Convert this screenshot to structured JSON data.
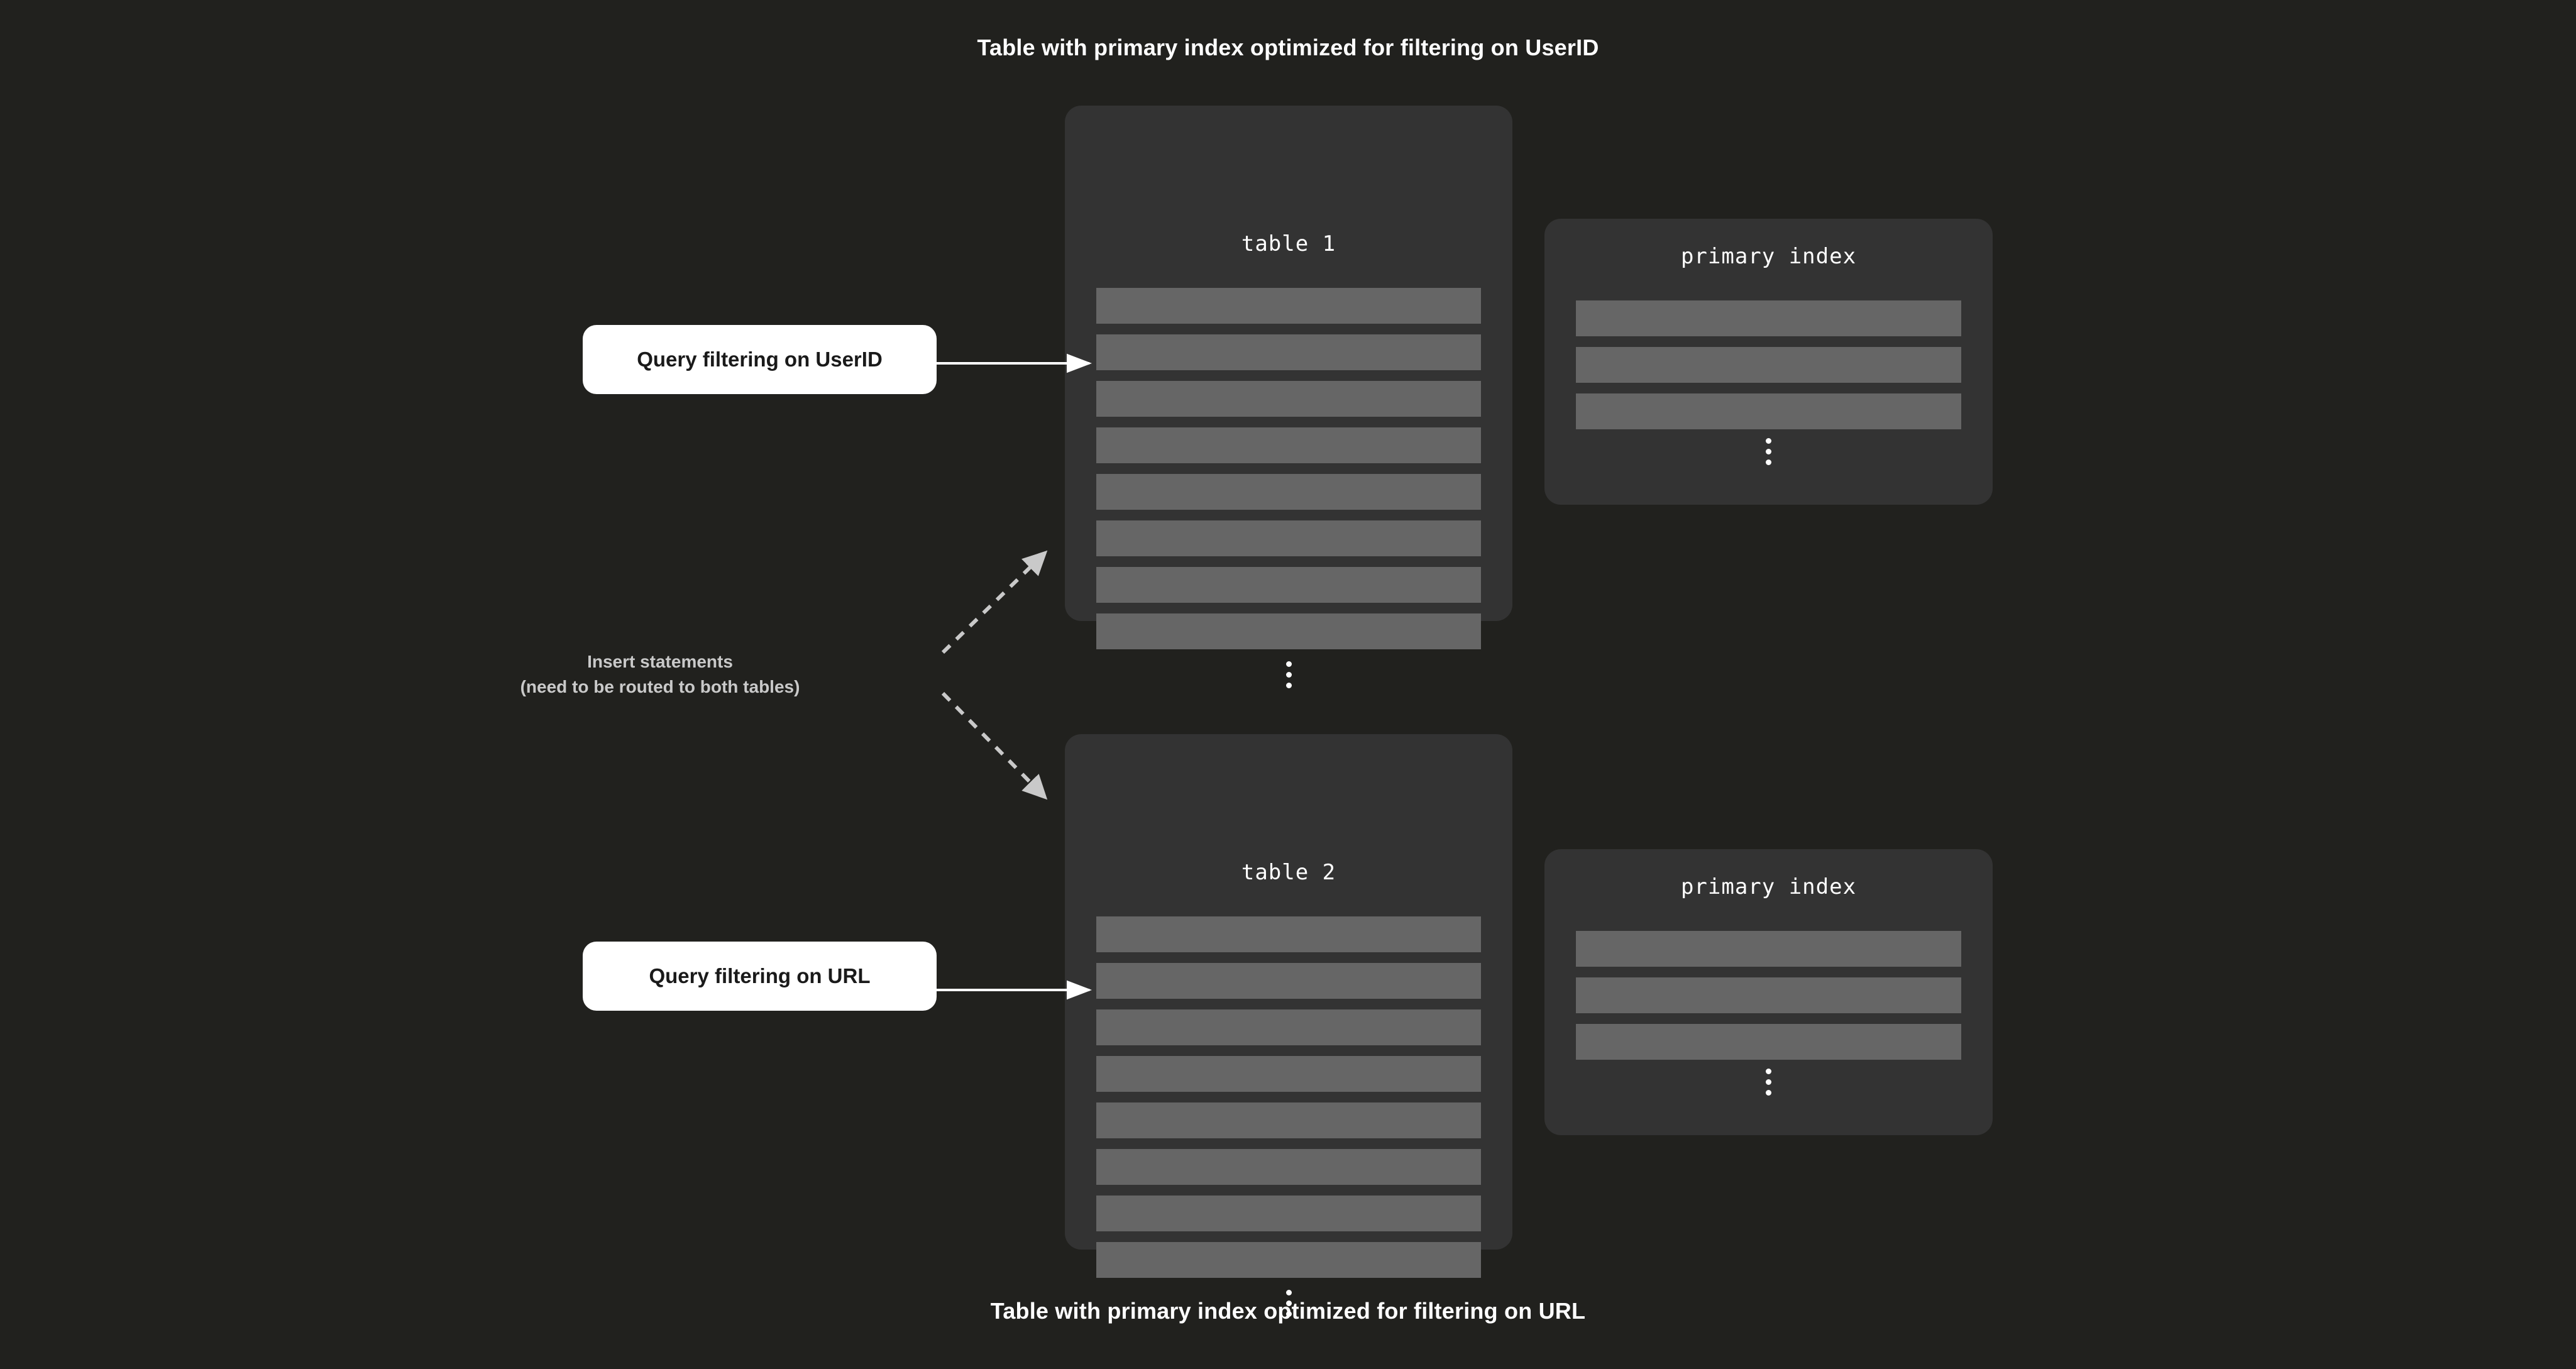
{
  "captions": {
    "top": "Table with primary index optimized for filtering on UserID",
    "bottom": "Table with primary index optimized for filtering on URL"
  },
  "panels": {
    "table1": {
      "title": "table 1",
      "row_count": 8,
      "has_ellipsis": true
    },
    "table2": {
      "title": "table 2",
      "row_count": 8,
      "has_ellipsis": true
    },
    "index1": {
      "title": "primary index",
      "row_count": 3,
      "has_ellipsis": true
    },
    "index2": {
      "title": "primary index",
      "row_count": 3,
      "has_ellipsis": true
    }
  },
  "query_boxes": [
    {
      "label": "Query filtering on UserID"
    },
    {
      "label": "Query filtering on URL"
    }
  ],
  "insert_label": {
    "line1": "Insert statements",
    "line2": "(need to be routed to both tables)"
  },
  "colors": {
    "background": "#21211e",
    "panel": "#333333",
    "row": "#666666",
    "query_box": "#ffffff",
    "query_text": "#1a1a1a",
    "caption_text": "#ffffff",
    "panel_title_text": "#ffffff",
    "insert_label_text": "#c9c9c9",
    "solid_arrow": "#ffffff",
    "dashed_arrow": "#c9c9c9"
  },
  "connectors": [
    {
      "name": "query-userid-to-table1",
      "style": "solid",
      "arrowhead": "open"
    },
    {
      "name": "query-url-to-table2",
      "style": "solid",
      "arrowhead": "open"
    },
    {
      "name": "insert-to-table1",
      "style": "dashed",
      "arrowhead": "filled"
    },
    {
      "name": "insert-to-table2",
      "style": "dashed",
      "arrowhead": "filled"
    }
  ]
}
